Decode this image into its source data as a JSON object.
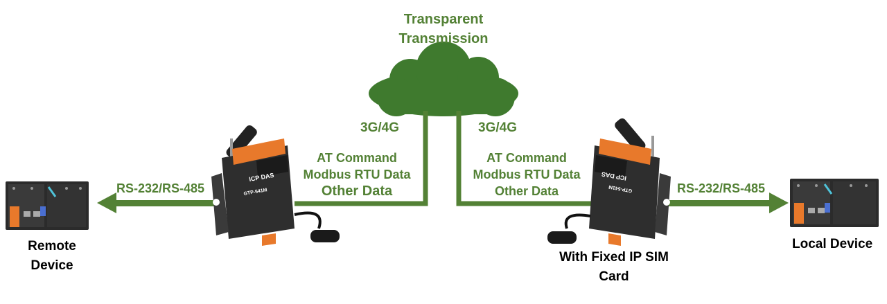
{
  "colors": {
    "accent": "#538135",
    "cloud": "#3f7a2e",
    "device_body": "#2e2e2e",
    "terminal": "#e8792b",
    "text_dark": "#000000"
  },
  "cloud": {
    "title_line1": "Transparent",
    "title_line2": "Transmission"
  },
  "left_link": {
    "network": "3G/4G",
    "data_line1": "AT Command",
    "data_line2": "Modbus  RTU Data",
    "data_line3": "Other Data",
    "serial": "RS-232/RS-485"
  },
  "right_link": {
    "network": "3G/4G",
    "data_line1": "AT Command",
    "data_line2": "Modbus  RTU Data",
    "data_line3": "Other Data",
    "serial": "RS-232/RS-485"
  },
  "left_gateway": {
    "model_label": "GTP-541M",
    "brand": "ICP DAS"
  },
  "right_gateway": {
    "model_label": "GTP-541M",
    "brand": "ICP DAS"
  },
  "devices": {
    "remote_line1": "Remote",
    "remote_line2": "Device",
    "local": "Local Device",
    "sim_line1": "With Fixed IP SIM",
    "sim_line2": "Card"
  }
}
